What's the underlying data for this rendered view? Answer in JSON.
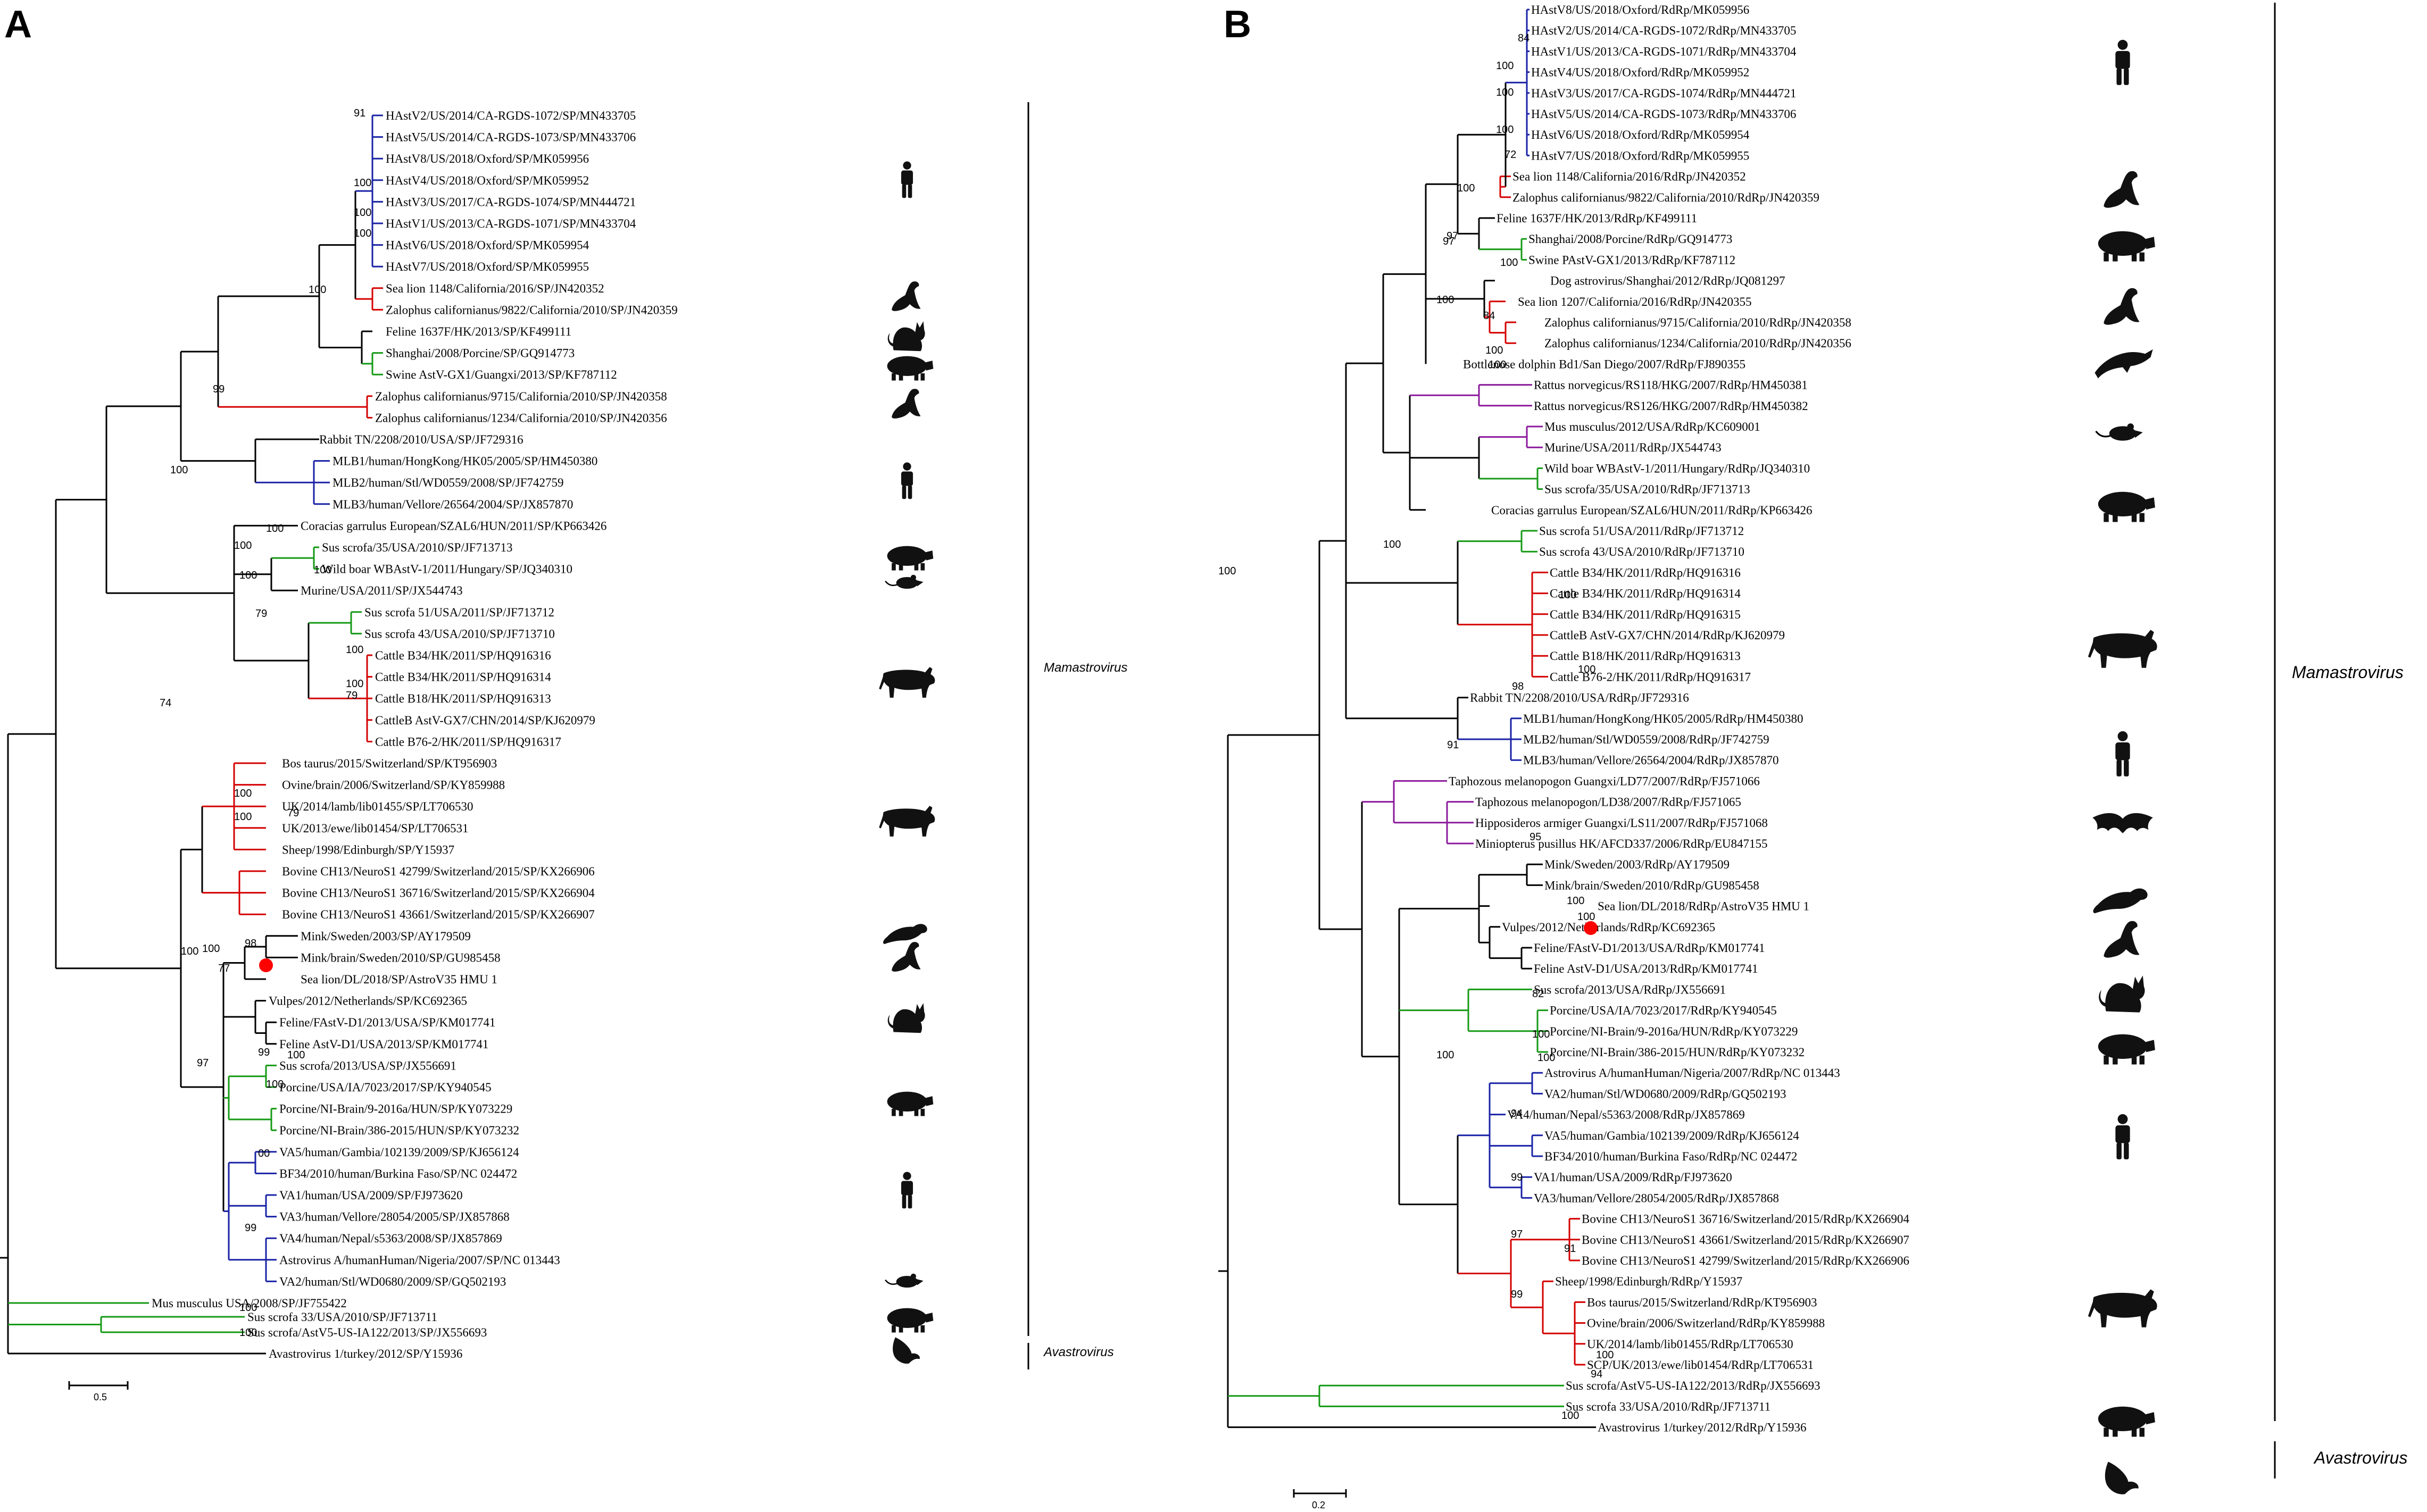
{
  "panels": {
    "A": {
      "letter": "A",
      "genus_mam": "Mamastrovirus",
      "genus_ava": "Avastrovirus",
      "scale": "0.5",
      "leaves": [
        "HAstV2/US/2014/CA-RGDS-1072/SP/MN433705",
        "HAstV5/US/2014/CA-RGDS-1073/SP/MN433706",
        "HAstV8/US/2018/Oxford/SP/MK059956",
        "HAstV4/US/2018/Oxford/SP/MK059952",
        "HAstV3/US/2017/CA-RGDS-1074/SP/MN444721",
        "HAstV1/US/2013/CA-RGDS-1071/SP/MN433704",
        "HAstV6/US/2018/Oxford/SP/MK059954",
        "HAstV7/US/2018/Oxford/SP/MK059955",
        "Sea lion 1148/California/2016/SP/JN420352",
        "Zalophus californianus/9822/California/2010/SP/JN420359",
        "Feline 1637F/HK/2013/SP/KF499111",
        "Shanghai/2008/Porcine/SP/GQ914773",
        "Swine AstV-GX1/Guangxi/2013/SP/KF787112",
        "Zalophus californianus/9715/California/2010/SP/JN420358",
        "Zalophus californianus/1234/California/2010/SP/JN420356",
        "Rabbit TN/2208/2010/USA/SP/JF729316",
        "MLB1/human/HongKong/HK05/2005/SP/HM450380",
        "MLB2/human/Stl/WD0559/2008/SP/JF742759",
        "MLB3/human/Vellore/26564/2004/SP/JX857870",
        "Coracias garrulus European/SZAL6/HUN/2011/SP/KP663426",
        "Sus scrofa/35/USA/2010/SP/JF713713",
        "Wild boar WBAstV-1/2011/Hungary/SP/JQ340310",
        "Murine/USA/2011/SP/JX544743",
        "Sus scrofa 51/USA/2011/SP/JF713712",
        "Sus scrofa 43/USA/2010/SP/JF713710",
        "Cattle B34/HK/2011/SP/HQ916316",
        "Cattle B34/HK/2011/SP/HQ916314",
        "Cattle B18/HK/2011/SP/HQ916313",
        "CattleB AstV-GX7/CHN/2014/SP/KJ620979",
        "Cattle B76-2/HK/2011/SP/HQ916317",
        "Bos taurus/2015/Switzerland/SP/KT956903",
        "Ovine/brain/2006/Switzerland/SP/KY859988",
        "UK/2014/lamb/lib01455/SP/LT706530",
        "UK/2013/ewe/lib01454/SP/LT706531",
        "Sheep/1998/Edinburgh/SP/Y15937",
        "Bovine CH13/NeuroS1 42799/Switzerland/2015/SP/KX266906",
        "Bovine CH13/NeuroS1 36716/Switzerland/2015/SP/KX266904",
        "Bovine CH13/NeuroS1 43661/Switzerland/2015/SP/KX266907",
        "Mink/Sweden/2003/SP/AY179509",
        "Mink/brain/Sweden/2010/SP/GU985458",
        "Sea lion/DL/2018/SP/AstroV35 HMU 1",
        "Vulpes/2012/Netherlands/SP/KC692365",
        "Feline/FAstV-D1/2013/USA/SP/KM017741",
        "Feline AstV-D1/USA/2013/SP/KM017741",
        "Sus scrofa/2013/USA/SP/JX556691",
        "Porcine/USA/IA/7023/2017/SP/KY940545",
        "Porcine/NI-Brain/9-2016a/HUN/SP/KY073229",
        "Porcine/NI-Brain/386-2015/HUN/SP/KY073232",
        "VA5/human/Gambia/102139/2009/SP/KJ656124",
        "BF34/2010/human/Burkina Faso/SP/NC 024472",
        "VA1/human/USA/2009/SP/FJ973620",
        "VA3/human/Vellore/28054/2005/SP/JX857868",
        "VA4/human/Nepal/s5363/2008/SP/JX857869",
        "Astrovirus A/humanHuman/Nigeria/2007/SP/NC 013443",
        "VA2/human/Stl/WD0680/2009/SP/GQ502193",
        "Mus musculus USA/2008/SP/JF755422",
        "Sus scrofa 33/USA/2010/SP/JF713711",
        "Sus scrofa/AstV5-US-IA122/2013/SP/JX556693",
        "Avastrovirus 1/turkey/2012/SP/Y15936"
      ],
      "bootstraps": [
        "91",
        "100",
        "100",
        "100",
        "100",
        "99",
        "100",
        "100",
        "100",
        "100",
        "100",
        "79",
        "100",
        "100",
        "79",
        "74",
        "100",
        "100",
        "79",
        "100",
        "100",
        "98",
        "77",
        "100",
        "97",
        "99",
        "100",
        "00",
        "99",
        "100",
        "100"
      ]
    },
    "B": {
      "letter": "B",
      "genus_mam": "Mamastrovirus",
      "genus_ava": "Avastrovirus",
      "scale": "0.2",
      "leaves": [
        "HAstV8/US/2018/Oxford/RdRp/MK059956",
        "HAstV2/US/2014/CA-RGDS-1072/RdRp/MN433705",
        "HAstV1/US/2013/CA-RGDS-1071/RdRp/MN433704",
        "HAstV4/US/2018/Oxford/RdRp/MK059952",
        "HAstV3/US/2017/CA-RGDS-1074/RdRp/MN444721",
        "HAstV5/US/2014/CA-RGDS-1073/RdRp/MN433706",
        "HAstV6/US/2018/Oxford/RdRp/MK059954",
        "HAstV7/US/2018/Oxford/RdRp/MK059955",
        "Sea lion 1148/California/2016/RdRp/JN420352",
        "Zalophus californianus/9822/California/2010/RdRp/JN420359",
        "Feline 1637F/HK/2013/RdRp/KF499111",
        "Shanghai/2008/Porcine/RdRp/GQ914773",
        "Swine PAstV-GX1/2013/RdRp/KF787112",
        "Dog astrovirus/Shanghai/2012/RdRp/JQ081297",
        "Sea lion 1207/California/2016/RdRp/JN420355",
        "Zalophus californianus/9715/California/2010/RdRp/JN420358",
        "Zalophus californianus/1234/California/2010/RdRp/JN420356",
        "Bottlenose dolphin Bd1/San Diego/2007/RdRp/FJ890355",
        "Rattus norvegicus/RS118/HKG/2007/RdRp/HM450381",
        "Rattus norvegicus/RS126/HKG/2007/RdRp/HM450382",
        "Mus musculus/2012/USA/RdRp/KC609001",
        "Murine/USA/2011/RdRp/JX544743",
        "Wild boar WBAstV-1/2011/Hungary/RdRp/JQ340310",
        "Sus scrofa/35/USA/2010/RdRp/JF713713",
        "Coracias garrulus European/SZAL6/HUN/2011/RdRp/KP663426",
        "Sus scrofa 51/USA/2011/RdRp/JF713712",
        "Sus scrofa 43/USA/2010/RdRp/JF713710",
        "Cattle B34/HK/2011/RdRp/HQ916316",
        "Cattle B34/HK/2011/RdRp/HQ916314",
        "Cattle B34/HK/2011/RdRp/HQ916315",
        "CattleB AstV-GX7/CHN/2014/RdRp/KJ620979",
        "Cattle B18/HK/2011/RdRp/HQ916313",
        "Cattle B76-2/HK/2011/RdRp/HQ916317",
        "Rabbit TN/2208/2010/USA/RdRp/JF729316",
        "MLB1/human/HongKong/HK05/2005/RdRp/HM450380",
        "MLB2/human/Stl/WD0559/2008/RdRp/JF742759",
        "MLB3/human/Vellore/26564/2004/RdRp/JX857870",
        "Taphozous melanopogon Guangxi/LD77/2007/RdRp/FJ571066",
        "Taphozous melanopogon/LD38/2007/RdRp/FJ571065",
        "Hipposideros armiger Guangxi/LS11/2007/RdRp/FJ571068",
        "Miniopterus pusillus HK/AFCD337/2006/RdRp/EU847155",
        "Mink/Sweden/2003/RdRp/AY179509",
        "Mink/brain/Sweden/2010/RdRp/GU985458",
        "Sea lion/DL/2018/RdRp/AstroV35 HMU 1",
        "Vulpes/2012/Netherlands/RdRp/KC692365",
        "Feline/FAstV-D1/2013/USA/RdRp/KM017741",
        "Feline AstV-D1/USA/2013/RdRp/KM017741",
        "Sus scrofa/2013/USA/RdRp/JX556691",
        "Porcine/USA/IA/7023/2017/RdRp/KY940545",
        "Porcine/NI-Brain/9-2016a/HUN/RdRp/KY073229",
        "Porcine/NI-Brain/386-2015/HUN/RdRp/KY073232",
        "Astrovirus A/humanHuman/Nigeria/2007/RdRp/NC 013443",
        "VA2/human/Stl/WD0680/2009/RdRp/GQ502193",
        "VA4/human/Nepal/s5363/2008/RdRp/JX857869",
        "VA5/human/Gambia/102139/2009/RdRp/KJ656124",
        "BF34/2010/human/Burkina Faso/RdRp/NC 024472",
        "VA1/human/USA/2009/RdRp/FJ973620",
        "VA3/human/Vellore/28054/2005/RdRp/JX857868",
        "Bovine CH13/NeuroS1 36716/Switzerland/2015/RdRp/KX266904",
        "Bovine CH13/NeuroS1 43661/Switzerland/2015/RdRp/KX266907",
        "Bovine CH13/NeuroS1 42799/Switzerland/2015/RdRp/KX266906",
        "Sheep/1998/Edinburgh/RdRp/Y15937",
        "Bos taurus/2015/Switzerland/RdRp/KT956903",
        "Ovine/brain/2006/Switzerland/RdRp/KY859988",
        "UK/2014/lamb/lib01455/RdRp/LT706530",
        "SCP/UK/2013/ewe/lib01454/RdRp/LT706531",
        "Sus scrofa/AstV5-US-IA122/2013/RdRp/JX556693",
        "Sus scrofa 33/USA/2010/RdRp/JF713711",
        "Avastrovirus 1/turkey/2012/RdRp/Y15936"
      ],
      "bootstraps": [
        "84",
        "97",
        "100",
        "100",
        "100",
        "72",
        "100",
        "97",
        "100",
        "100",
        "84",
        "100",
        "100",
        "100",
        "95",
        "100",
        "100",
        "98",
        "91",
        "100",
        "100",
        "82",
        "100",
        "100",
        "100",
        "94",
        "99",
        "97",
        "91",
        "99",
        "100",
        "94",
        "100",
        "100"
      ]
    }
  },
  "colors": {
    "black": "#000000",
    "human_blue": "#1a23a6",
    "sealion_red": "#d40000",
    "porcine_green": "#169a16",
    "rodent_purple": "#8b1a9c",
    "marker_red": "#ff0000"
  },
  "icons": {
    "A": [
      "human-icon",
      "sealion-icon",
      "cat-icon",
      "pig-icon",
      "sealion-icon",
      "human-icon",
      "pig-icon",
      "rat-icon",
      "cattle-icon",
      "cattle-icon",
      "otter-icon",
      "sealion-icon",
      "cat-icon",
      "pig-icon",
      "human-icon",
      "rat-icon",
      "pig-icon",
      "bird-icon"
    ],
    "B": [
      "human-icon",
      "sealion-icon",
      "pig-icon",
      "sealion-icon",
      "dolphin-icon",
      "rat-icon",
      "pig-icon",
      "cattle-icon",
      "human-icon",
      "bat-icon",
      "otter-icon",
      "sealion-icon",
      "cat-icon",
      "pig-icon",
      "human-icon",
      "cattle-icon",
      "pig-icon",
      "bird-icon"
    ]
  }
}
